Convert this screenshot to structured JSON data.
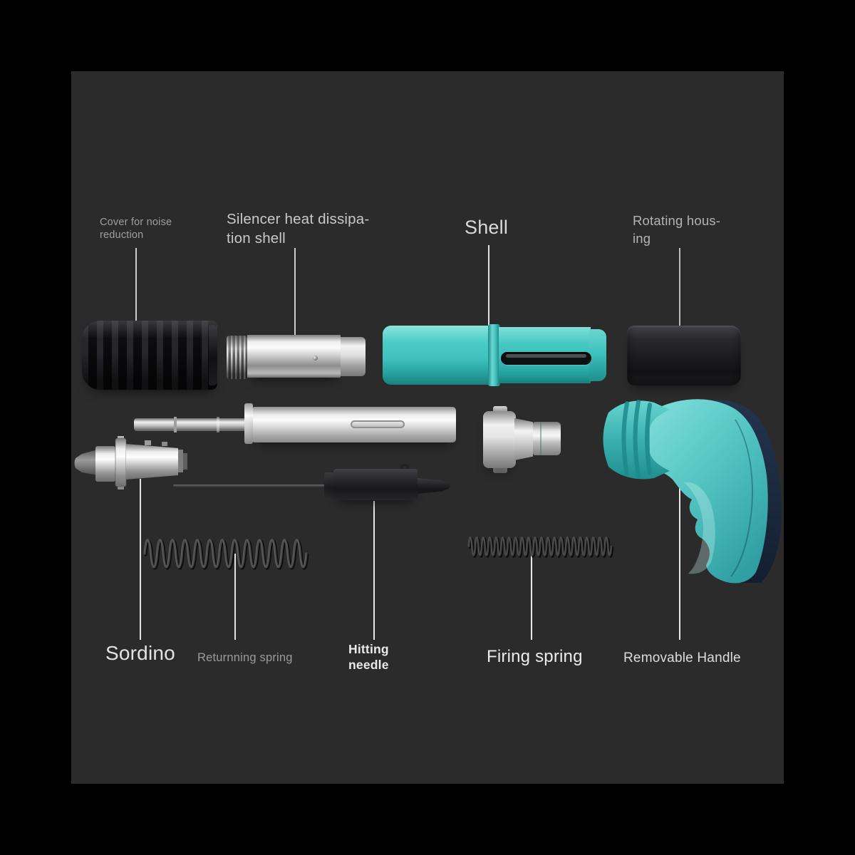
{
  "canvas": {
    "background": "#2b2b2c",
    "frame": "#000000",
    "leader_line_color": "#e0e0e0"
  },
  "colors": {
    "teal": "#3fc2bd",
    "teal_highlight": "#8ae4de",
    "teal_shadow": "#1b807f",
    "handle_navy": "#1c2a40",
    "silver_light": "#fafafa",
    "silver_dark": "#6f6f6f",
    "charcoal": "#1e1e21",
    "near_black": "#0a0a0c",
    "label_bright": "#eaeaea",
    "label_dim": "#9b9b9b"
  },
  "labels": {
    "top": [
      {
        "id": "cover",
        "text": "Cover for noise\nreduction"
      },
      {
        "id": "silencer",
        "text": "Silencer heat dissipa-\ntion shell"
      },
      {
        "id": "shell",
        "text": "Shell"
      },
      {
        "id": "rotating",
        "text": "Rotating hous-\ning"
      }
    ],
    "bottom": [
      {
        "id": "sordino",
        "text": "Sordino"
      },
      {
        "id": "returning",
        "text": "Returnning spring"
      },
      {
        "id": "hitting",
        "text": "Hitting\nneedle"
      },
      {
        "id": "firing",
        "text": "Firing spring"
      },
      {
        "id": "removable",
        "text": "Removable Handle"
      }
    ]
  },
  "springs": {
    "returning": {
      "coils": 13,
      "main": "#4a4a4a",
      "shadow": "#0e0e0e",
      "highlight": "#707070",
      "stroke": 3.2
    },
    "firing": {
      "coils": 22,
      "main": "#414141",
      "shadow": "#0c0c0c",
      "highlight": "#616161",
      "stroke": 2.5
    }
  }
}
